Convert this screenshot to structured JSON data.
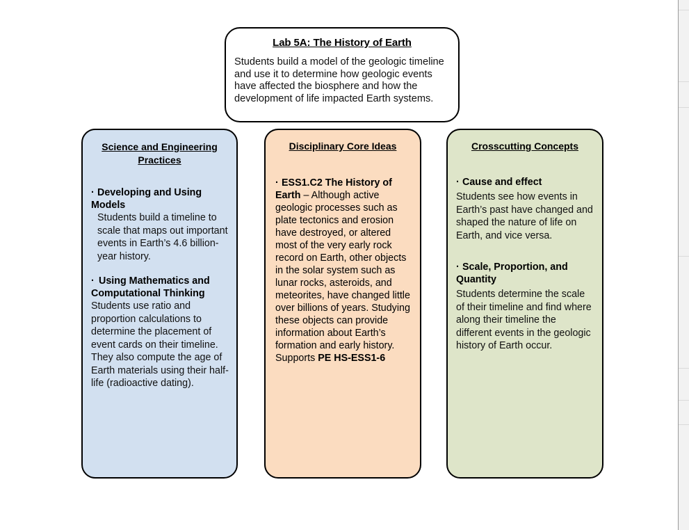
{
  "title_card": {
    "heading": "Lab 5A: The History of Earth",
    "body": "Students build a model of the geologic timeline and use it to determine how geologic events have affected the biosphere and how the development of life impacted Earth systems."
  },
  "columns": {
    "sep": {
      "heading": "Science and Engineering Practices",
      "background": "#d2e0f0",
      "bullet_marker": "·",
      "items": [
        {
          "term": "Developing and Using Models",
          "body": "Students build a timeline to scale that maps out important events in Earth’s 4.6 billion-year history."
        },
        {
          "term": "Using Mathematics and Computational Thinking",
          "body": "Students use ratio and proportion calculations to determine the placement of event cards on their timeline. They also compute the age of Earth materials using their half-life (radioactive dating)."
        }
      ]
    },
    "dci": {
      "heading": "Disciplinary Core Ideas",
      "background": "#fbdcc0",
      "bullet_marker": "·",
      "items": [
        {
          "term": "ESS1.C2 The History of Earth",
          "body_mid": " – Although active geologic processes such as plate tectonics and erosion have destroyed, or altered most of the very early rock record on Earth, other objects in the solar system such as lunar rocks, asteroids, and meteorites, have changed little over billions of years. Studying these objects can provide information about Earth’s formation and early history.  Supports ",
          "body_end_bold": "PE HS-ESS1-6"
        }
      ]
    },
    "ccc": {
      "heading": "Crosscutting Concepts",
      "background": "#dee5c9",
      "bullet_marker": "·",
      "items": [
        {
          "term": "Cause and effect",
          "body": "Students see how events in Earth’s past have changed and shaped the nature of life on Earth, and vice versa."
        },
        {
          "term": "Scale, Proportion, and Quantity",
          "body": "Students determine the scale of their timeline and find where along their timeline the different events in the geologic history of Earth occur."
        }
      ]
    }
  }
}
